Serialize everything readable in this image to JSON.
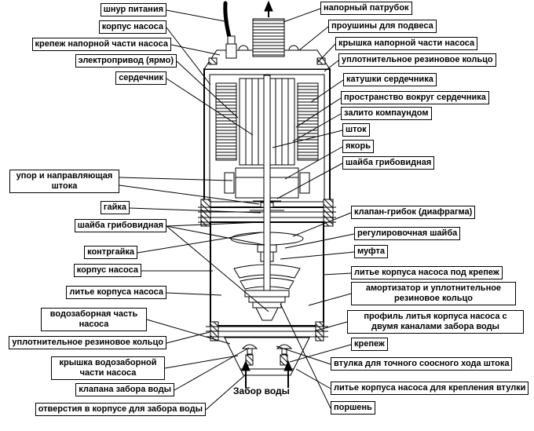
{
  "labels": {
    "left": [
      "шнур питания",
      "корпус насоса",
      "крепеж напорной части насоса",
      "электропривод (ярмо)",
      "сердечник",
      "упор и направляющая штока",
      "гайка",
      "шайба грибовидная",
      "контргайка",
      "корпус насоса",
      "литье корпуса насоса",
      "водозаборная часть насоса",
      "уплотнительное резиновое кольцо",
      "крышка водозаборной части насоса",
      "клапана забора воды",
      "отверстия в корпусе для забора воды"
    ],
    "right": [
      "напорный патрубок",
      "проушины для подвеса",
      "крышка напорной части насоса",
      "уплотнительное резиновое кольцо",
      "катушки сердечника",
      "пространство вокруг сердечника",
      "залито компаундом",
      "шток",
      "якорь",
      "шайба грибовидная",
      "клапан-грибок (диафрагма)",
      "регулировочная шайба",
      "муфта",
      "литье корпуса насоса под крепеж",
      "амортизатор и уплотнительное резиновое кольцо",
      "профиль литья корпуса насоса с двумя каналами забора воды",
      "крепеж",
      "втулка для точного соосного хода штока",
      "литье корпуса насоса для крепления втулки",
      "поршень"
    ],
    "bottom": "Забор воды"
  },
  "colors": {
    "line": "#000000",
    "background": "#ffffff"
  }
}
